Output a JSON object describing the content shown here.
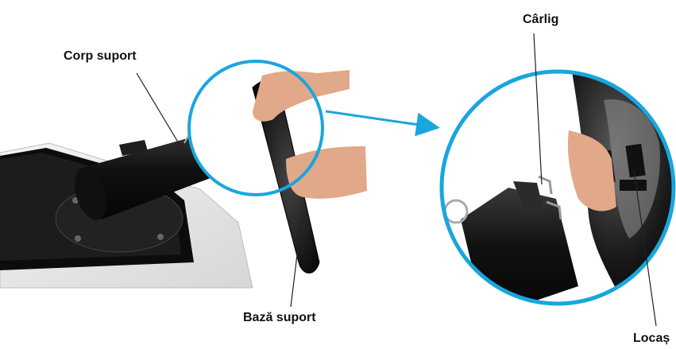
{
  "labels": {
    "corp_suport": "Corp suport",
    "baza_suport": "Bază suport",
    "carlig": "Cârlig",
    "locas": "Locaș"
  },
  "colors": {
    "circle_outline": "#19a6de",
    "arrow": "#19a6de",
    "stand_black": "#161616",
    "monitor_gray": "#e9e9e9",
    "skin": "#e2a88a",
    "leader_line": "#222222"
  },
  "illustration": {
    "left_photo": "monitor-back-with-stand-body",
    "callout_circle": "hooks-and-slots-closeup"
  }
}
